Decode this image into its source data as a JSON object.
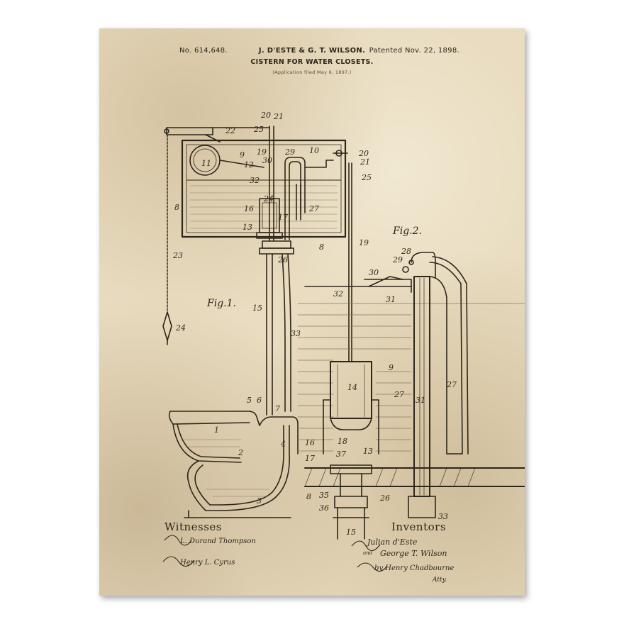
{
  "patent": {
    "number": "No. 614,648.",
    "inventors_header": "J. D'ESTE & G. T. WILSON.",
    "date": "Patented Nov. 22, 1898.",
    "title": "CISTERN FOR WATER CLOSETS.",
    "filed": "(Application filed May 6, 1897.)"
  },
  "figures": {
    "fig1_label": "Fig.1.",
    "fig2_label": "Fig.2."
  },
  "labels": {
    "fig1": [
      "20",
      "21",
      "25",
      "22",
      "9",
      "19",
      "29",
      "10",
      "11",
      "12",
      "30",
      "32",
      "24",
      "27",
      "8",
      "16",
      "17",
      "13",
      "8",
      "26",
      "23",
      "15",
      "33",
      "24",
      "5",
      "6",
      "7",
      "1",
      "4",
      "2",
      "3"
    ],
    "fig2": [
      "20",
      "21",
      "25",
      "19",
      "28",
      "29",
      "30",
      "32",
      "31",
      "9",
      "14",
      "27",
      "31",
      "27",
      "16",
      "18",
      "13",
      "17",
      "37",
      "8",
      "35",
      "26",
      "36",
      "15",
      "33"
    ]
  },
  "signatures": {
    "witnesses_heading": "Witnesses",
    "inventors_heading": "Inventors",
    "witness_1": "L. Durand Thompson",
    "witness_2": "Henry L. Cyrus",
    "inventor_1": "Julian d'Este",
    "inventor_1_prefix": "and",
    "inventor_2": "George T. Wilson",
    "attorney": "by Henry Chadbourne",
    "attorney_suffix": "Atty."
  },
  "colors": {
    "paper": "#e9dcc0",
    "ink": "#2e261a",
    "water_line": "#8a7a5c"
  }
}
